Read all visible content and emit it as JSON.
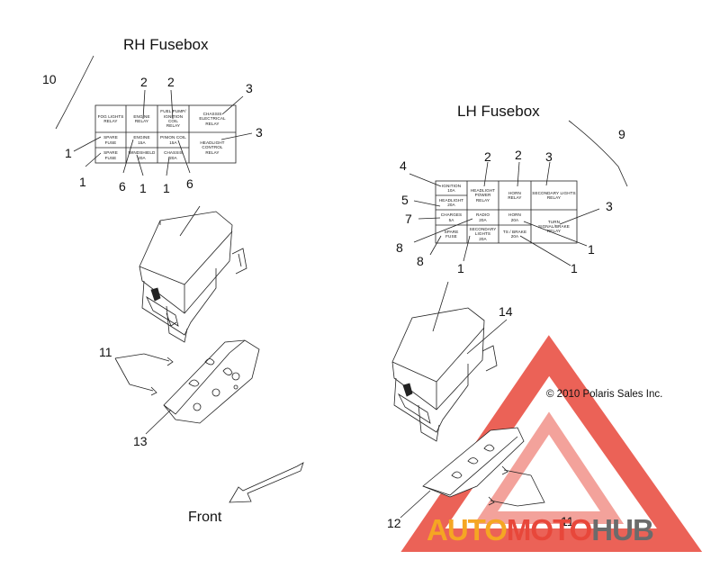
{
  "rh": {
    "title": "RH Fusebox",
    "cells": [
      "FOG LIGHTS\nRELAY",
      "ENGINE\nRELAY",
      "FUEL PUMP/\nIGNITION COIL\nRELAY",
      "CHASSIS ELECTRICAL\nRELAY",
      "SPARE\nFUSE",
      "ENGINE\n15A",
      "PINION COIL\n15A",
      "HEADLIGHT CONTROL\nRELAY",
      "SPARE\nFUSE",
      "WINDSHIELD\n20A",
      "CHASSIS\n20A"
    ],
    "callouts": [
      "10",
      "2",
      "2",
      "3",
      "3",
      "1",
      "1",
      "6",
      "1",
      "1",
      "6",
      "11",
      "13"
    ]
  },
  "lh": {
    "title": "LH Fusebox",
    "cells": [
      "IGNITION\n10A",
      "HEADLIGHT\nPOWER\nRELAY",
      "HORN\nRELAY",
      "SECONDARY LIGHTS\nRELAY",
      "HEADLIGHT\n20A",
      "CHARGES\n5A",
      "RADIO\n20A",
      "HORN\n20A",
      "TURN SIGNAL/BRAKE\nRELAY",
      "SPARE\nFUSE",
      "SECONDARY\nLIGHTS\n20A",
      "TS / BRAKE\n20A"
    ],
    "callouts": [
      "4",
      "5",
      "7",
      "8",
      "8",
      "2",
      "2",
      "3",
      "9",
      "3",
      "1",
      "1",
      "1",
      "14",
      "12",
      "11"
    ]
  },
  "front_label": "Front",
  "copyright": "© 2010 Polaris Sales Inc.",
  "watermark": {
    "part1": "AUTO",
    "part2": "MOTO",
    "part3": "HUB",
    "color_orange": "#f5a623",
    "color_red": "#e8473a",
    "color_gray": "#6b6b6b"
  }
}
